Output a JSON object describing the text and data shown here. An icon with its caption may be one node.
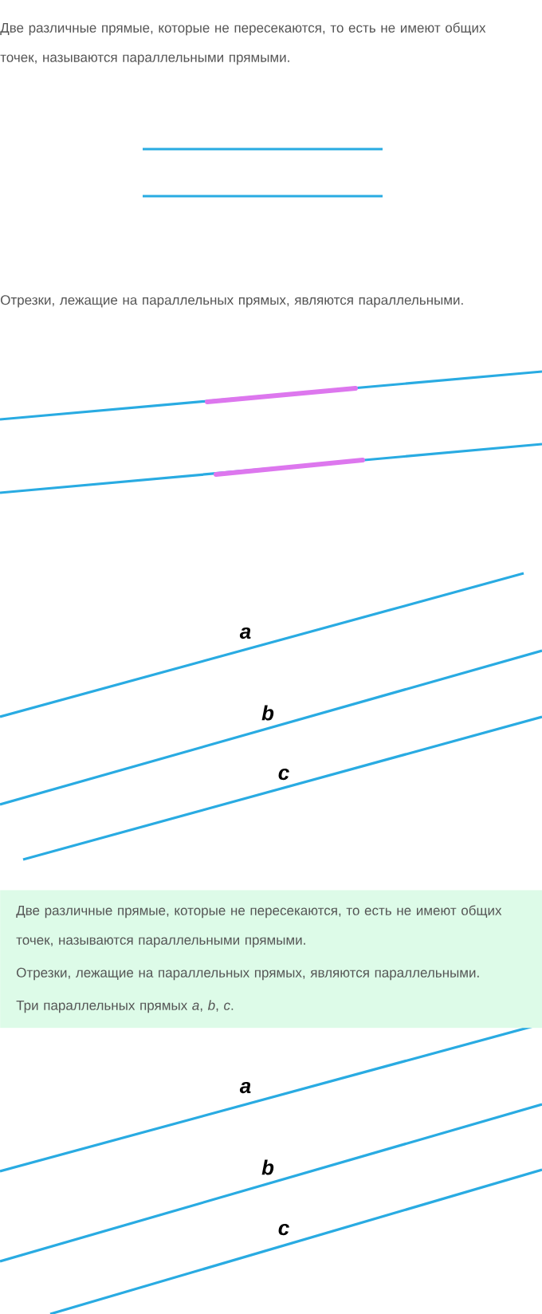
{
  "diagram": {
    "nodes": [
      {
        "text": [
          "Две различные прямые, которые не пересекаются, то есть не имеют общих точек, называются параллельными прямыми.",
          "Отрезки, лежащие на параллельных прямых, являются параллельными.",
          "Три параллельных прямых *a*,  *b*,  *c*."
        ]
      }
    ],
    "labels": [
      "Две различные прямые, которые не пересекаются, то есть не имеют общих точек, называются параллельными прямыми.",
      "Отрезки, лежащие на параллельных прямых, являются параллельными.",
      "a",
      "b",
      "c",
      "a",
      "b",
      "c"
    ]
  }
}
